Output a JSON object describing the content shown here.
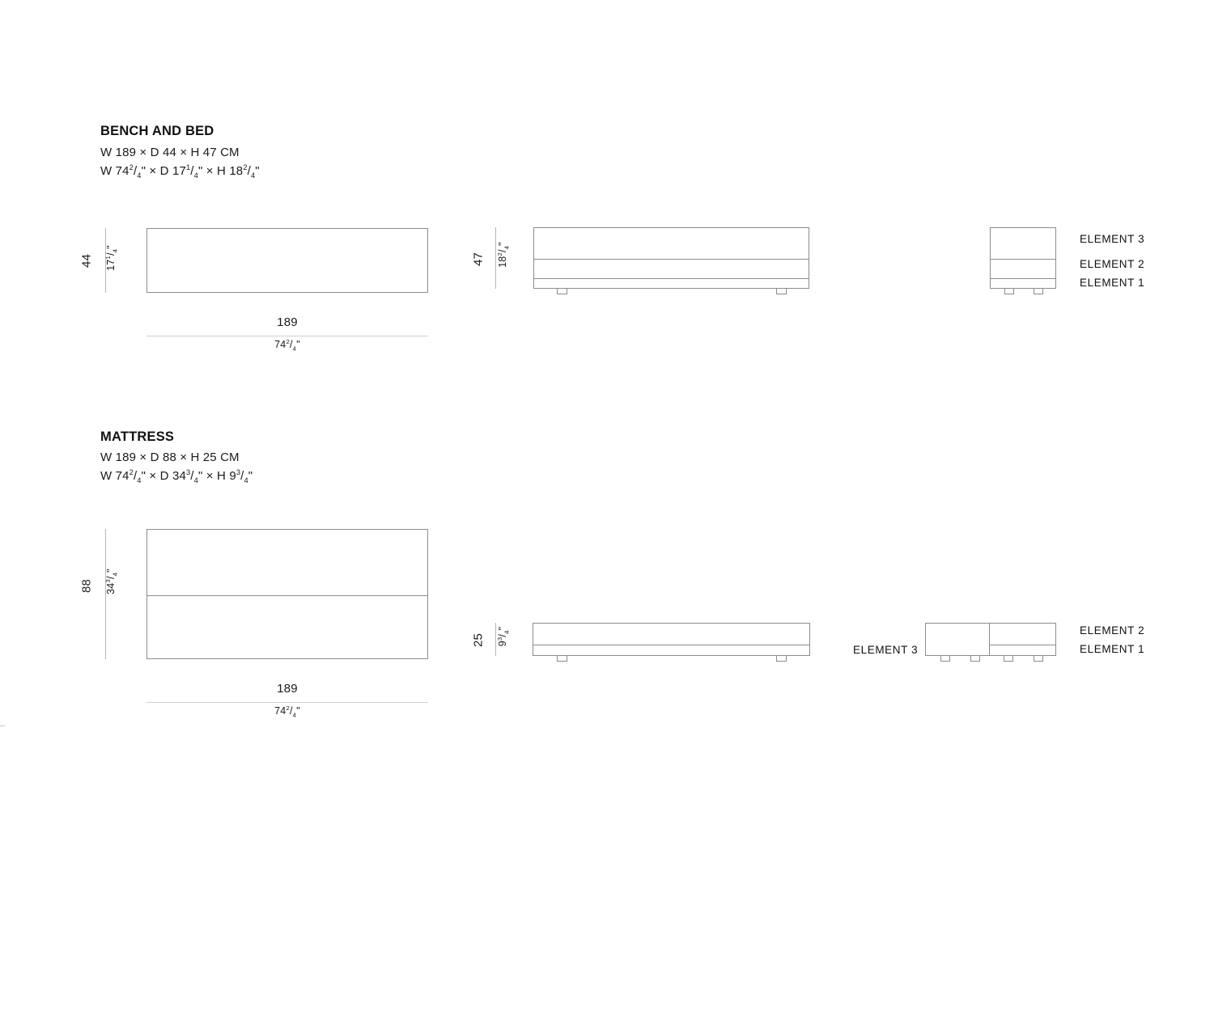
{
  "page": {
    "background": "#ffffff",
    "line_color": "#8c8c8c",
    "text_color": "#1a1a1a"
  },
  "sections": [
    {
      "id": "bench-and-bed",
      "title": "BENCH AND BED",
      "spec_cm": "W 189 × D 44 × H 47 CM",
      "spec_in_parts": {
        "w_whole": "W 74",
        "w_num": "2",
        "w_den": "4",
        "d_whole": "D 17",
        "d_num": "1",
        "d_den": "4",
        "h_whole": "H 18",
        "h_num": "2",
        "h_den": "4",
        "sep": "×",
        "quote": "\""
      },
      "plan": {
        "depth_cm": "44",
        "depth_in_whole": "17",
        "depth_in_num": "1",
        "depth_in_den": "4",
        "width_cm": "189",
        "width_in_whole": "74",
        "width_in_num": "2",
        "width_in_den": "4"
      },
      "front": {
        "height_cm": "47",
        "height_in_whole": "18",
        "height_in_num": "2",
        "height_in_den": "4"
      },
      "side_labels": [
        "ELEMENT 3",
        "ELEMENT 2",
        "ELEMENT 1"
      ]
    },
    {
      "id": "mattress",
      "title": "MATTRESS",
      "spec_cm": "W 189 × D 88 × H 25 CM",
      "spec_in_parts": {
        "w_whole": "W 74",
        "w_num": "2",
        "w_den": "4",
        "d_whole": "D 34",
        "d_num": "3",
        "d_den": "4",
        "h_whole": "H 9",
        "h_num": "3",
        "h_den": "4",
        "sep": "×",
        "quote": "\""
      },
      "plan": {
        "depth_cm": "88",
        "depth_in_whole": "34",
        "depth_in_num": "3",
        "depth_in_den": "4",
        "width_cm": "189",
        "width_in_whole": "74",
        "width_in_num": "2",
        "width_in_den": "4"
      },
      "front": {
        "height_cm": "25",
        "height_in_whole": "9",
        "height_in_num": "3",
        "height_in_den": "4"
      },
      "side_labels_left": [
        "ELEMENT 3"
      ],
      "side_labels_right": [
        "ELEMENT 2",
        "ELEMENT 1"
      ]
    }
  ]
}
